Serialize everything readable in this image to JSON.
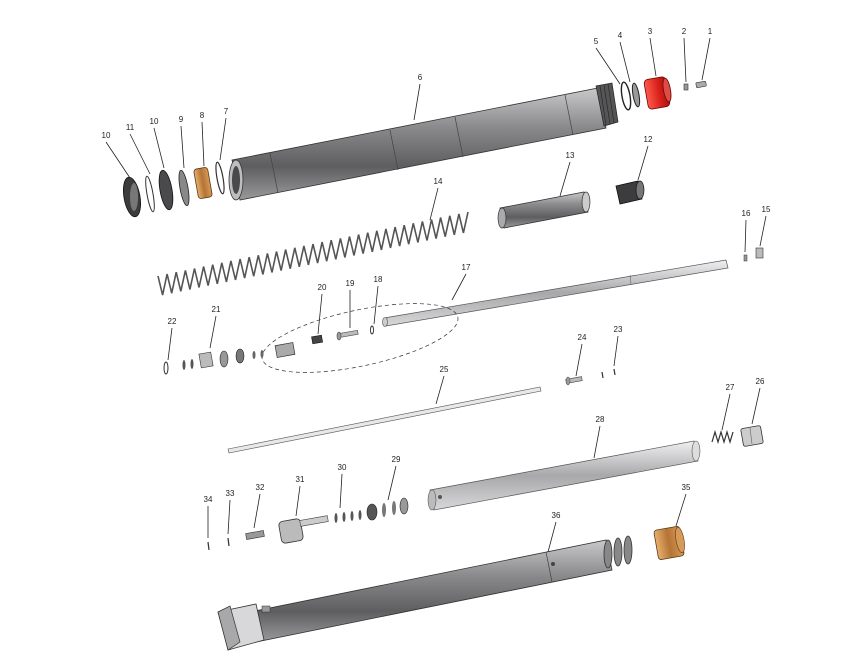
{
  "diagram": {
    "type": "exploded-parts-view",
    "subject": "fork cartridge assembly",
    "colors": {
      "metal_dark": "#6e6e70",
      "metal_mid": "#9a9a9c",
      "metal_light": "#d4d4d6",
      "bronze": "#b87a3a",
      "red_cap": "#e0241e",
      "line": "#222222"
    },
    "callouts": [
      "1",
      "2",
      "3",
      "4",
      "5",
      "6",
      "7",
      "8",
      "9",
      "10",
      "10",
      "11",
      "12",
      "13",
      "14",
      "15",
      "16",
      "17",
      "18",
      "19",
      "20",
      "21",
      "22",
      "23",
      "24",
      "25",
      "26",
      "27",
      "28",
      "29",
      "30",
      "31",
      "32",
      "33",
      "34",
      "35",
      "36"
    ]
  }
}
